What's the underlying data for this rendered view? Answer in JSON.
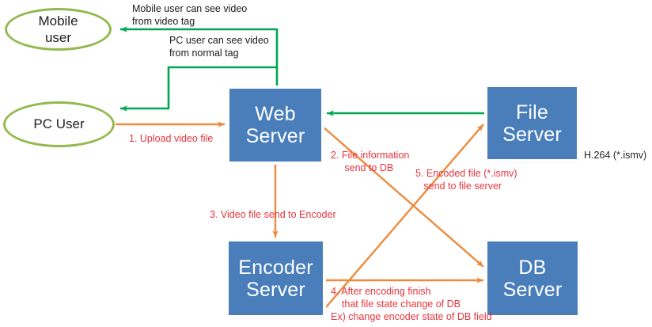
{
  "diagram": {
    "title": "Video upload and encoding architecture flow",
    "colors": {
      "server_fill": "#4A7EBB",
      "server_text": "#FFFFFF",
      "ellipse_stroke": "#94B94E",
      "flow_orange": "#ED8A3B",
      "flow_green": "#00A651",
      "label_red": "#E8343C",
      "label_black": "#1A1A1A",
      "background": "#FFFFFF"
    },
    "nodes": {
      "mobile_user": {
        "line1": "Mobile",
        "line2": "user"
      },
      "pc_user": {
        "line1": "PC User",
        "line2": ""
      },
      "web_server": {
        "line1": "Web",
        "line2": "Server"
      },
      "file_server": {
        "line1": "File",
        "line2": "Server"
      },
      "encoder_server": {
        "line1": "Encoder",
        "line2": "Server"
      },
      "db_server": {
        "line1": "DB",
        "line2": "Server"
      }
    },
    "labels": {
      "mobile_tag": "Mobile user can see video\nfrom video tag",
      "pc_tag": "PC user can see video\nfrom normal tag",
      "upload": "1. Upload video file",
      "file_info": "2. File information\n     send to DB",
      "video_send": "3. Video file send to Encoder",
      "after_encoding": "4. After encoding finish\n    that file state change of DB\nEx) change encoder state of DB field",
      "encoded_file": "5. Encoded file (*.ismv)\n   send to file server",
      "codec": "H.264 (*.ismv)"
    },
    "edges": [
      {
        "id": "upload",
        "from": "pc_user",
        "to": "web_server",
        "color": "#ED8A3B",
        "label": "1. Upload video file"
      },
      {
        "id": "file-info",
        "from": "web_server",
        "to": "db_server",
        "color": "#ED8A3B",
        "label": "2. File information send to DB"
      },
      {
        "id": "video-send",
        "from": "web_server",
        "to": "encoder_server",
        "color": "#ED8A3B",
        "label": "3. Video file send to Encoder"
      },
      {
        "id": "after-encoding",
        "from": "encoder_server",
        "to": "db_server",
        "color": "#ED8A3B",
        "label": "4. After encoding finish"
      },
      {
        "id": "encoded-file",
        "from": "encoder_server",
        "to": "file_server",
        "color": "#ED8A3B",
        "label": "5. Encoded file (*.ismv) send to file server"
      },
      {
        "id": "file-to-web",
        "from": "file_server",
        "to": "web_server",
        "color": "#00A651",
        "label": ""
      },
      {
        "id": "web-to-mobile",
        "from": "web_server",
        "to": "mobile_user",
        "color": "#00A651",
        "label": "Mobile user can see video from video tag"
      },
      {
        "id": "web-to-pc",
        "from": "web_server",
        "to": "pc_user",
        "color": "#00A651",
        "label": "PC user can see video from normal tag"
      }
    ]
  }
}
